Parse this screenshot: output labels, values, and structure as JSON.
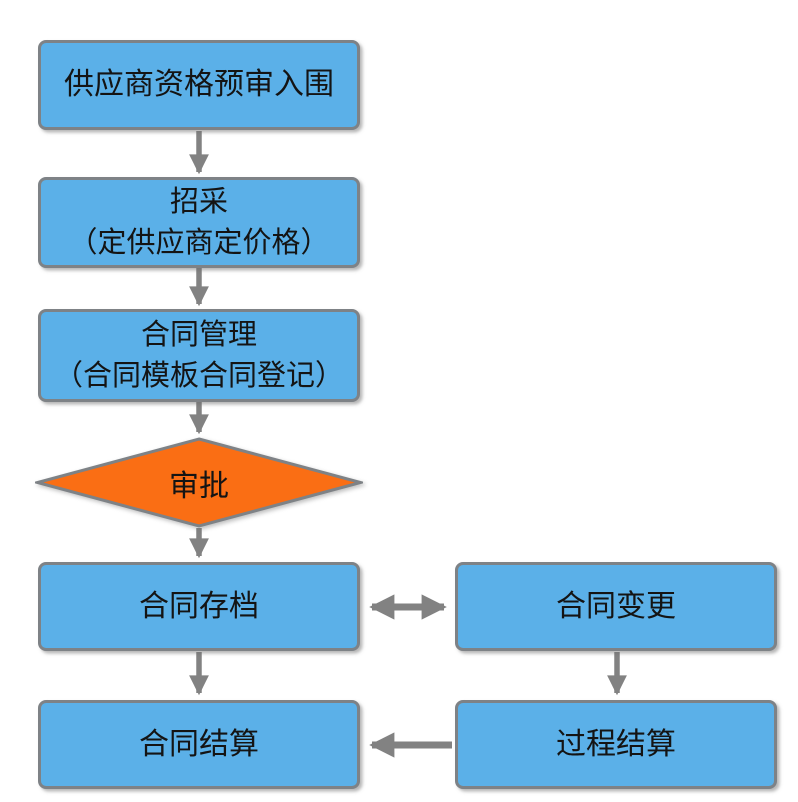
{
  "colors": {
    "process_fill": "#5BB0E8",
    "node_border": "#7E8286",
    "decision_fill": "#FA6E14",
    "arrow_color": "#828282",
    "text_color": "#141414",
    "background": "#FFFFFF"
  },
  "nodes": {
    "prequalification": {
      "label": "供应商资格预审入围",
      "type": "process"
    },
    "procurement": {
      "line1": "招采",
      "line2": "（定供应商定价格）",
      "type": "process"
    },
    "contract_management": {
      "line1": "合同管理",
      "line2": "（合同模板合同登记）",
      "type": "process"
    },
    "approval": {
      "label": "审批",
      "type": "decision"
    },
    "contract_archive": {
      "label": "合同存档",
      "type": "process"
    },
    "contract_change": {
      "label": "合同变更",
      "type": "process"
    },
    "contract_settlement": {
      "label": "合同结算",
      "type": "process"
    },
    "process_settlement": {
      "label": "过程结算",
      "type": "process"
    }
  },
  "edges": [
    {
      "from": "prequalification",
      "to": "procurement",
      "type": "arrow-down"
    },
    {
      "from": "procurement",
      "to": "contract_management",
      "type": "arrow-down"
    },
    {
      "from": "contract_management",
      "to": "approval",
      "type": "arrow-down"
    },
    {
      "from": "approval",
      "to": "contract_archive",
      "type": "arrow-down"
    },
    {
      "from": "contract_archive",
      "to": "contract_change",
      "type": "arrow-bidirectional"
    },
    {
      "from": "contract_archive",
      "to": "contract_settlement",
      "type": "arrow-down"
    },
    {
      "from": "contract_change",
      "to": "process_settlement",
      "type": "arrow-down"
    },
    {
      "from": "process_settlement",
      "to": "contract_settlement",
      "type": "arrow-left"
    }
  ]
}
